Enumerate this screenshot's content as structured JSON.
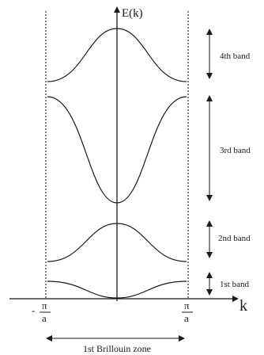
{
  "axes": {
    "y_label": "E(k)",
    "x_label": "k"
  },
  "ticks": {
    "left": {
      "sign": "-",
      "numerator": "π",
      "denominator": "a"
    },
    "right": {
      "numerator": "π",
      "denominator": "a"
    }
  },
  "bands": [
    {
      "label": "4th band"
    },
    {
      "label": "3rd band"
    },
    {
      "label": "2nd band"
    },
    {
      "label": "1st band"
    }
  ],
  "zone_label": "1st Brillouin zone",
  "colors": {
    "ink": "#1a1a1a",
    "background": "#ffffff"
  }
}
